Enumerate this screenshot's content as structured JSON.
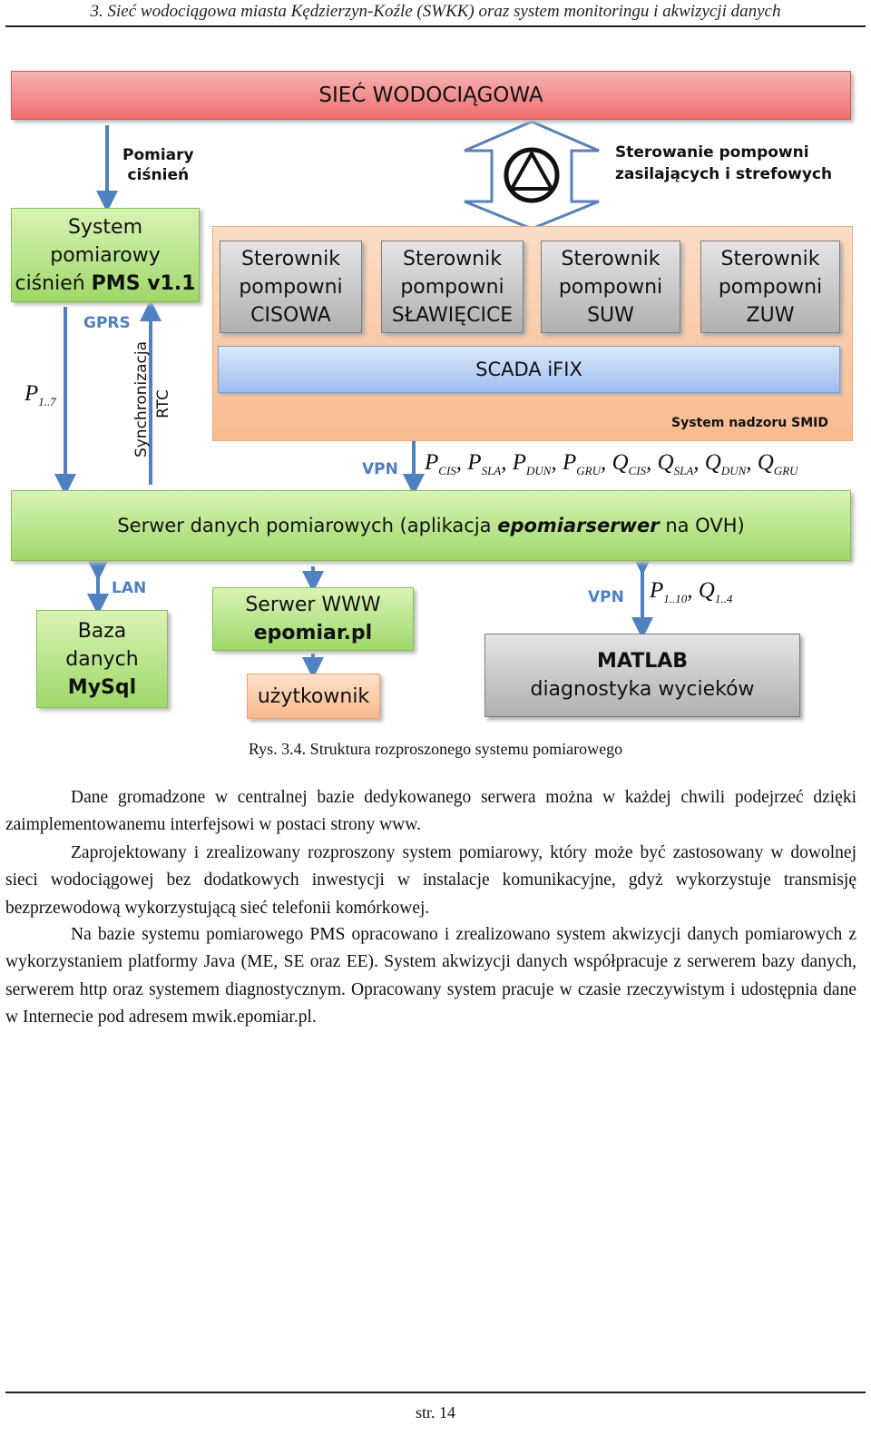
{
  "header": {
    "title": "3. Sieć wodociągowa miasta Kędzierzyn-Koźle (SWKK) oraz system monitoringu i akwizycji danych"
  },
  "diagram": {
    "network": "SIEĆ WODOCIĄGOWA",
    "pressure_label": [
      "Pomiary",
      "ciśnień"
    ],
    "control_label": [
      "Sterowanie pompowni",
      "zasilających i strefowych"
    ],
    "pms": {
      "line1": "System",
      "line2": "pomiarowy",
      "line3_prefix": "ciśnień ",
      "line3_bold": "PMS v1.1"
    },
    "controllers": [
      {
        "line1": "Sterownik",
        "line2": "pompowni",
        "line3": "CISOWA"
      },
      {
        "line1": "Sterownik",
        "line2": "pompowni",
        "line3": "SŁAWIĘCICE"
      },
      {
        "line1": "Sterownik",
        "line2": "pompowni",
        "line3": "SUW"
      },
      {
        "line1": "Sterownik",
        "line2": "pompowni",
        "line3": "ZUW"
      }
    ],
    "scada": "SCADA iFIX",
    "smid": "System nadzoru  SMID",
    "gprs": "GPRS",
    "sync": "Synchronizacja",
    "rtc": "RTC",
    "p17": {
      "base": "P",
      "sub": "1..7"
    },
    "vpn1": "VPN",
    "vpn_vars": [
      {
        "base": "P",
        "sub": "CIS"
      },
      {
        "base": "P",
        "sub": "SLA"
      },
      {
        "base": "P",
        "sub": "DUN"
      },
      {
        "base": "P",
        "sub": "GRU"
      },
      {
        "base": "Q",
        "sub": "CIS"
      },
      {
        "base": "Q",
        "sub": "SLA"
      },
      {
        "base": "Q",
        "sub": "DUN"
      },
      {
        "base": "Q",
        "sub": "GRU"
      }
    ],
    "server": {
      "prefix": "Serwer danych pomiarowych (aplikacja ",
      "bold": "epomiarserwer",
      "suffix": " na OVH)"
    },
    "lan": "LAN",
    "db": {
      "line1": "Baza",
      "line2": "danych",
      "line3": "MySql"
    },
    "www": {
      "line1": "Serwer WWW",
      "line2": "epomiar.pl"
    },
    "user": "użytkownik",
    "vpn2": "VPN",
    "vpn2_vars": [
      {
        "base": "P",
        "sub": "1..10"
      },
      {
        "base": "Q",
        "sub": "1..4"
      }
    ],
    "matlab": {
      "line1": "MATLAB",
      "line2": "diagnostyka wycieków"
    }
  },
  "caption": "Rys. 3.4. Struktura rozproszonego systemu pomiarowego",
  "paragraphs": [
    "Dane gromadzone w centralnej bazie dedykowanego serwera można w każdej chwili podejrzeć dzięki zaimplementowanemu interfejsowi w postaci strony www.",
    "Zaprojektowany i zrealizowany rozproszony system pomiarowy, który może być zastosowany w dowolnej sieci wodociągowej bez dodatkowych inwestycji w instalacje komunikacyjne, gdyż wykorzystuje transmisję bezprzewodową wykorzystującą sieć telefonii komórkowej.",
    "Na bazie systemu pomiarowego PMS opracowano i zrealizowano system akwizycji danych pomiarowych z wykorzystaniem platformy Java (ME, SE oraz EE). System akwizycji danych współpracuje z serwerem bazy danych, serwerem http oraz systemem diagnostycznym. Opracowany system pracuje w czasie rzeczywistym i udostępnia dane w Internecie pod adresem mwik.epomiar.pl."
  ],
  "page_number": "str. 14"
}
